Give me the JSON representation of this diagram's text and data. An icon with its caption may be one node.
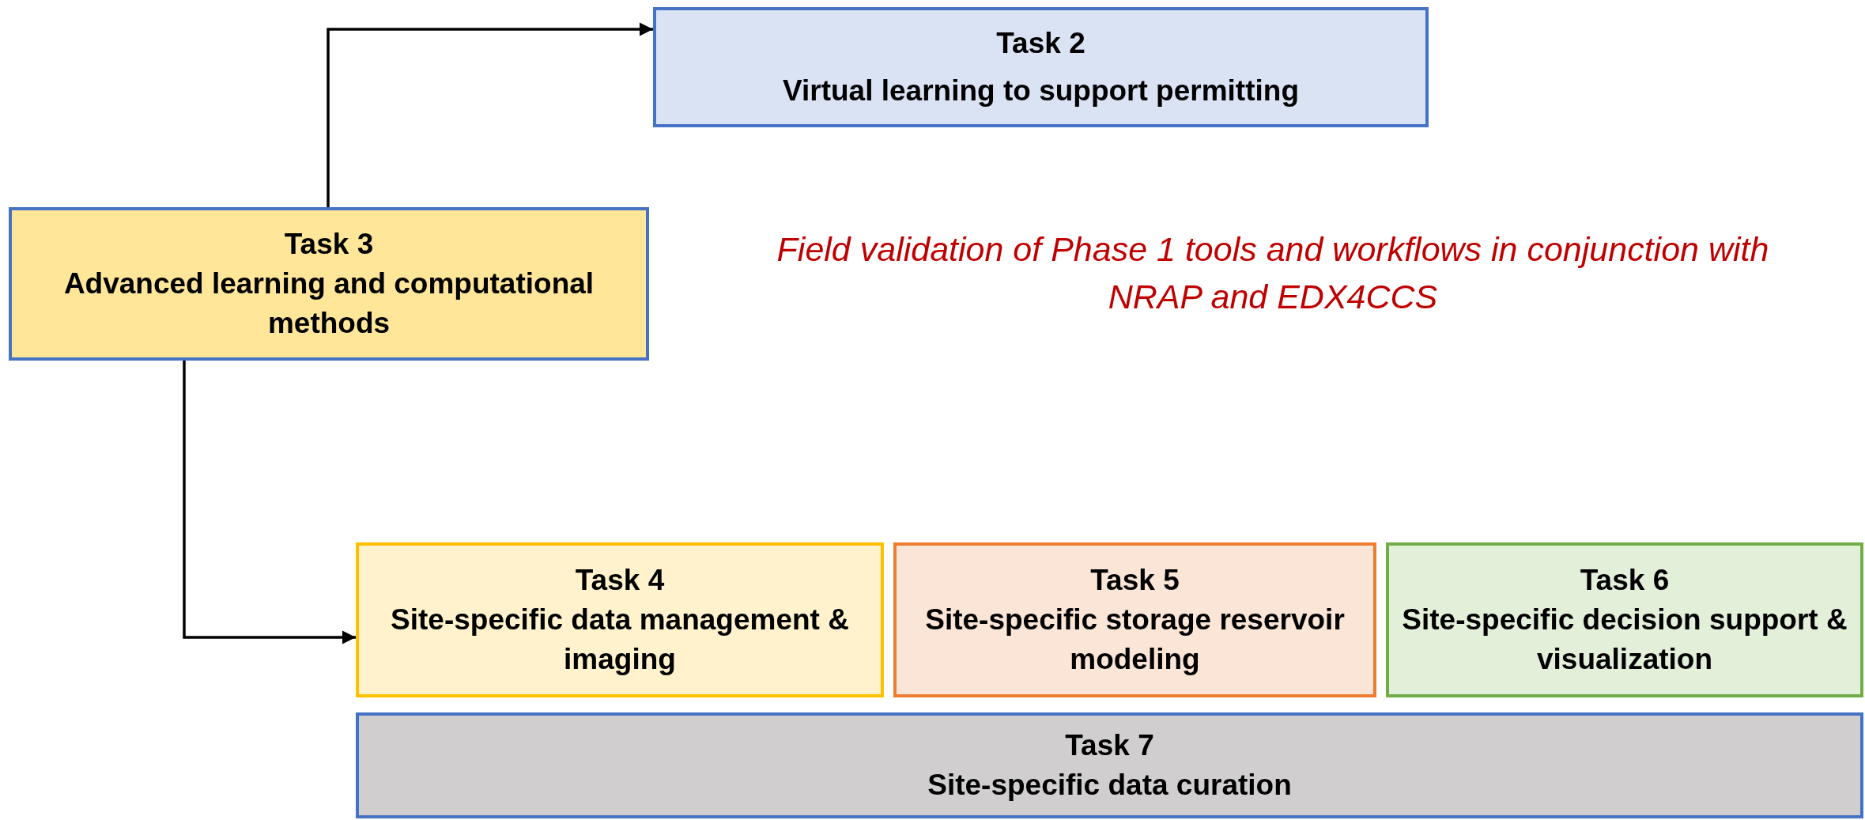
{
  "diagram": {
    "nodes": [
      {
        "text": [
          "Task 2",
          "Virtual learning to support permitting"
        ]
      },
      {
        "text": [
          "Task 3",
          "Advanced learning and computational methods"
        ]
      },
      {
        "text": [
          "Task 4",
          "Site-specific data management & imaging"
        ]
      },
      {
        "text": [
          "Task 5",
          "Site-specific storage reservoir modeling"
        ]
      },
      {
        "text": [
          "Task 6",
          "Site-specific decision support & visualization"
        ]
      },
      {
        "text": [
          "Task 7",
          "Site-specific data curation"
        ]
      }
    ],
    "edges": [
      {
        "from": 1,
        "to": 0,
        "arrow": "to"
      },
      {
        "from": 1,
        "to": 2,
        "arrow": "to"
      }
    ],
    "labels": [
      "Field validation of Phase 1 tools and workflows in conjunction with NRAP and EDX4CCS"
    ]
  }
}
